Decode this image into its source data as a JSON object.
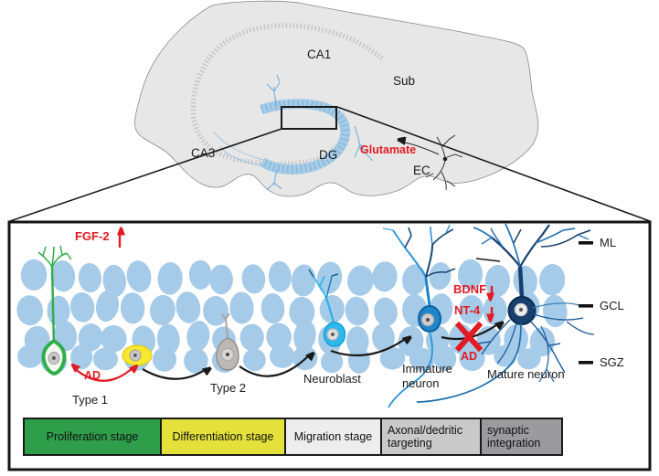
{
  "overview": {
    "region_labels": {
      "ca1": "CA1",
      "sub": "Sub",
      "ca3": "CA3",
      "dg": "DG",
      "ec": "EC"
    },
    "glutamate": "Glutamate"
  },
  "panel": {
    "fgf2": "FGF-2",
    "ad_left": "AD",
    "ad_right": "AD",
    "bdnf": "BDNF",
    "nt4": "NT-4",
    "layers": {
      "ml": "ML",
      "gcl": "GCL",
      "sgz": "SGZ"
    },
    "cell_labels": {
      "type1": "Type 1",
      "type2": "Type 2",
      "neuroblast": "Neuroblast",
      "immature": "Immature neuron",
      "mature": "Mature neuron"
    },
    "stages": [
      {
        "label": "Proliferation stage",
        "color": "#2f9e4b"
      },
      {
        "label": "Differentiation stage",
        "color": "#e4e23a"
      },
      {
        "label": "Migration stage",
        "color": "#ededed"
      },
      {
        "label": "Axonal/dedritic targeting",
        "color": "#c9c9c9"
      },
      {
        "label": "synaptic integration",
        "color": "#9b9b9d"
      }
    ]
  },
  "colors": {
    "brain_fill": "#e7e7e7",
    "pyramidal_arc": "#c7c7c7",
    "dg_blue": "#a9cde7",
    "granule_cell": "#a5cbe8",
    "type1_green": "#2fae49",
    "type2_gray": "#bcb8b4",
    "type2_yellow": "#f5e82e",
    "neuroblast_cyan": "#2eb9ed",
    "immature_blue": "#1d86cd",
    "mature_navy": "#17406f",
    "annotation_red": "#e11b23",
    "line_black": "#1a1a1a"
  }
}
